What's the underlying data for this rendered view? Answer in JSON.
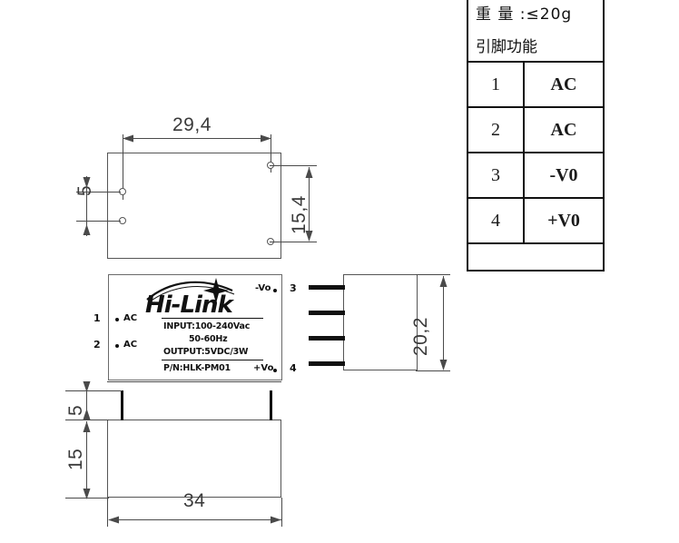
{
  "document": {
    "title": "HLK-PM01 mechanical drawing",
    "type": "technical-datasheet-drawing"
  },
  "pin_table": {
    "weight_label": "重 量 :≤20g",
    "function_label": "引脚功能",
    "rows": [
      {
        "pin": "1",
        "function": "AC"
      },
      {
        "pin": "2",
        "function": "AC"
      },
      {
        "pin": "3",
        "function": "-V0"
      },
      {
        "pin": "4",
        "function": "+V0"
      }
    ]
  },
  "top_view": {
    "name": "top-view",
    "dim_width": "29,4",
    "dim_height": "15,4",
    "dim_pin_pitch": "5"
  },
  "front_view": {
    "name": "front-view-module-face",
    "brand": "Hi-Link",
    "specs": [
      "INPUT:100-240Vac",
      "50-60Hz",
      "OUTPUT:5VDC/3W"
    ],
    "part_number": "P/N:HLK-PM01",
    "pins_left": [
      {
        "num": "1",
        "label": "AC"
      },
      {
        "num": "2",
        "label": "AC"
      }
    ],
    "pins_right": [
      {
        "num": "3",
        "label": "-Vo"
      },
      {
        "num": "4",
        "label": "+Vo"
      }
    ]
  },
  "side_view": {
    "name": "side-view",
    "dim_height": "20,2",
    "pin_count": 4
  },
  "bottom_view": {
    "name": "bottom-front-view",
    "dim_width": "34",
    "dim_body_height": "15",
    "dim_pin_length": "5"
  },
  "colors": {
    "line": "#4a4a4a",
    "table_border": "#111111",
    "text": "#1a1a1a",
    "background": "#ffffff"
  }
}
